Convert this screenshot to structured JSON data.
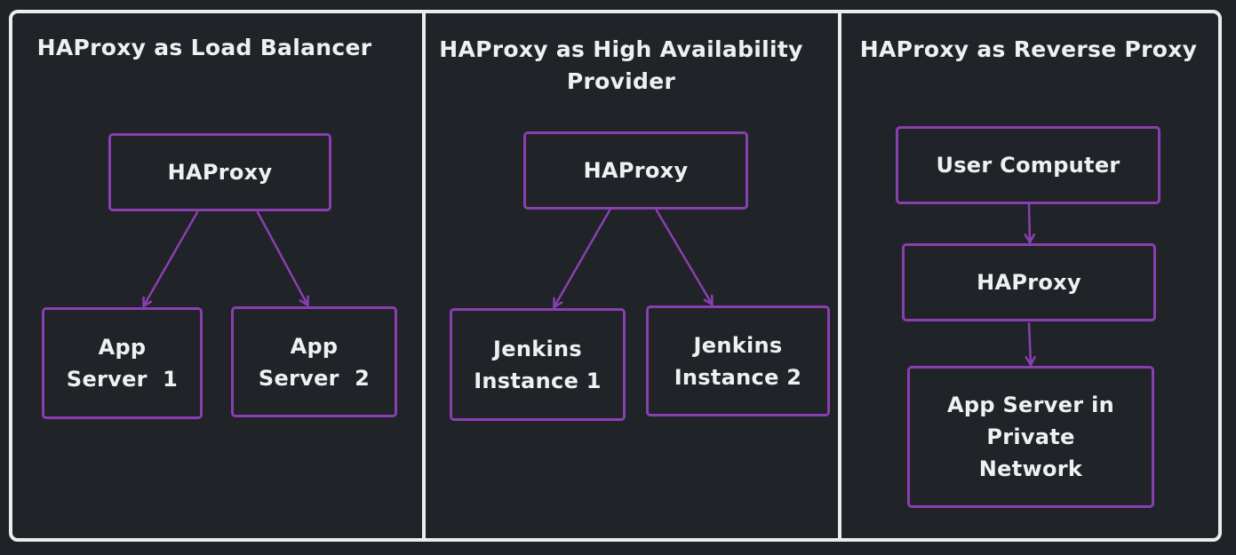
{
  "colors": {
    "background": "#202328",
    "frame": "#ececec",
    "node_border": "#8a3fb0",
    "arrow": "#8a3fb0",
    "text": "#f0f0f0"
  },
  "panels": [
    {
      "title": "HAProxy as Load Balancer",
      "nodes": {
        "proxy": "HAProxy",
        "left": "App\nServer  1",
        "right": "App\nServer  2"
      }
    },
    {
      "title": "HAProxy as High Availability\nProvider",
      "nodes": {
        "proxy": "HAProxy",
        "left": "Jenkins\nInstance 1",
        "right": "Jenkins\nInstance 2"
      }
    },
    {
      "title": "HAProxy as Reverse Proxy",
      "nodes": {
        "user": "User Computer",
        "proxy": "HAProxy",
        "server": "App Server in\nPrivate\nNetwork"
      }
    }
  ]
}
